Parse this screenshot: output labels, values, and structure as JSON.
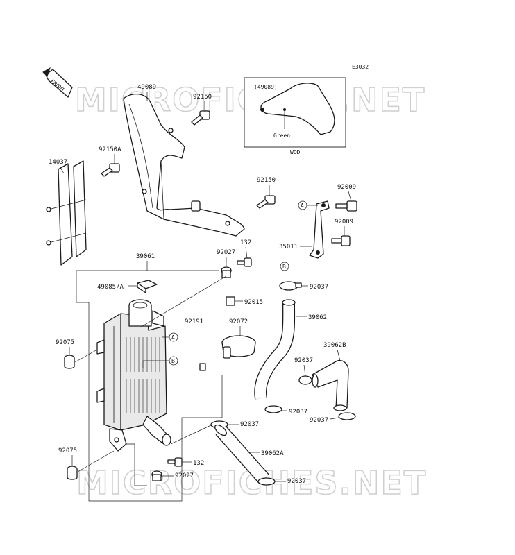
{
  "diagram": {
    "code": "E3032",
    "front_label": "FRONT",
    "watermark": "MICROFICHES.NET",
    "inset": {
      "ref": "(49089)",
      "color_label": "Green",
      "variant": "WOD"
    },
    "parts": {
      "p49089": "49089",
      "p92150_top": "92150",
      "p92150A": "92150A",
      "p14037": "14037",
      "p92150_mid": "92150",
      "p92009_a": "92009",
      "p92009_b": "92009",
      "p35011": "35011",
      "p39061": "39061",
      "p92027_top": "92027",
      "p132_top": "132",
      "p49085A": "49085/A",
      "p92037_b": "92037",
      "p92015": "92015",
      "p92191": "92191",
      "p92072": "92072",
      "p39062": "39062",
      "p92075_top": "92075",
      "p39062B": "39062B",
      "p92037_c": "92037",
      "p92037_d": "92037",
      "p92037_e": "92037",
      "p92037_f": "92037",
      "p39062A": "39062A",
      "p92075_bot": "92075",
      "p132_bot": "132",
      "p92027_bot": "92027",
      "p92037_g": "92037"
    },
    "callouts": {
      "a_top": "A",
      "b_top": "B",
      "a_mid": "A",
      "b_mid": "B"
    }
  }
}
